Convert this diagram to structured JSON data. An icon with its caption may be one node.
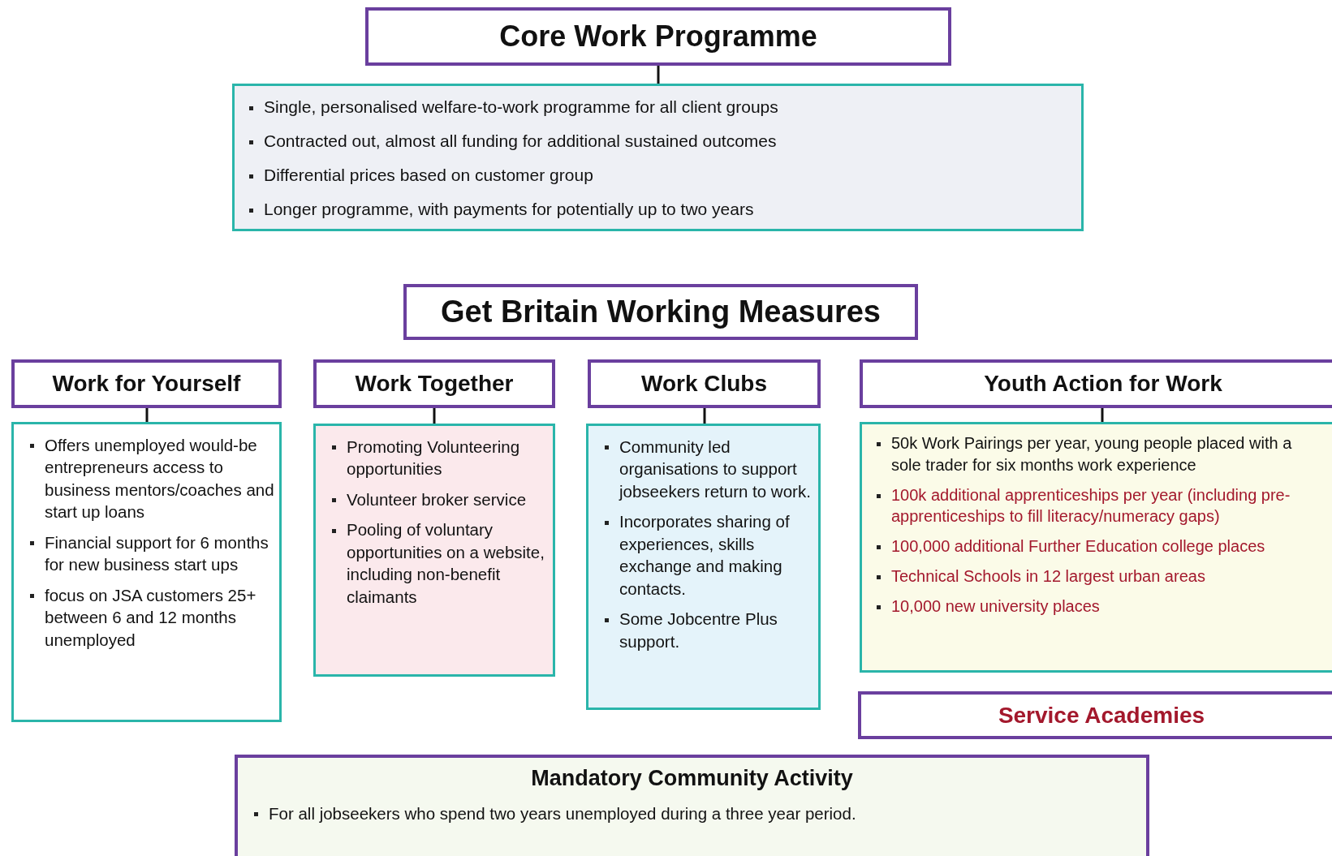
{
  "diagram": {
    "nodes": [
      {
        "text": [
          "Core Work Programme"
        ]
      },
      {
        "text": [
          "Single, personalised welfare-to-work programme for all client groups",
          "Contracted out, almost all funding for additional sustained outcomes",
          "Differential prices based on customer group",
          "Longer programme, with payments for potentially up to two years"
        ]
      },
      {
        "text": [
          "Get Britain Working Measures"
        ]
      },
      {
        "text": [
          "Work for Yourself"
        ]
      },
      {
        "text": [
          "Offers unemployed would-be entrepreneurs access to business mentors/coaches and start up loans",
          "Financial support for 6 months for new business start ups",
          "focus on JSA customers 25+ between 6 and 12 months unemployed"
        ]
      },
      {
        "text": [
          "Work Together"
        ]
      },
      {
        "text": [
          "Promoting Volunteering opportunities",
          "Volunteer broker service",
          "Pooling of voluntary opportunities on a website, including non-benefit claimants"
        ]
      },
      {
        "text": [
          "Work Clubs"
        ]
      },
      {
        "text": [
          "Community led organisations to support jobseekers return to work.",
          "Incorporates sharing of experiences, skills exchange and making contacts.",
          "Some Jobcentre Plus support."
        ]
      },
      {
        "text": [
          "Youth Action for Work"
        ]
      },
      {
        "text": [
          "50k Work Pairings per year, young people placed with a sole trader for six months work experience",
          "100k additional apprenticeships per year (including pre-apprenticeships to fill literacy/numeracy gaps)",
          "100,000 additional Further Education college places",
          "Technical Schools in 12 largest urban areas",
          "10,000 new university places"
        ]
      },
      {
        "text": [
          "Service Academies"
        ]
      },
      {
        "text": [
          "Mandatory Community Activity",
          "For all jobseekers who spend two years unemployed during a three year period."
        ]
      }
    ],
    "edges": [
      {
        "from": 0,
        "to": 1,
        "arrow": "none"
      },
      {
        "from": 3,
        "to": 4,
        "arrow": "none"
      },
      {
        "from": 5,
        "to": 6,
        "arrow": "none"
      },
      {
        "from": 7,
        "to": 8,
        "arrow": "none"
      },
      {
        "from": 9,
        "to": 10,
        "arrow": "none"
      }
    ]
  }
}
